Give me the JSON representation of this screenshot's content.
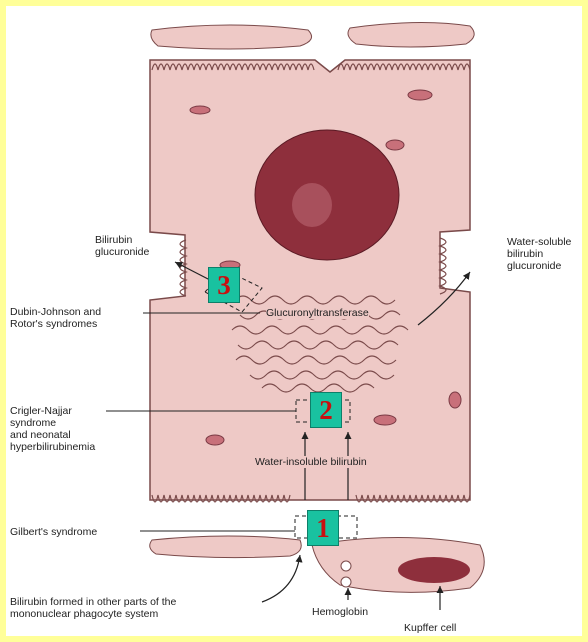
{
  "labels": {
    "bilirubin_glucuronide": "Bilirubin\nglucuronide",
    "water_soluble": "Water-soluble\nbilirubin\nglucuronide",
    "dubin_johnson": "Dubin-Johnson and\nRotor's syndromes",
    "glucuronyltransferase": "Glucuronyltransferase",
    "crigler_najjar": "Crigler-Najjar\nsyndrome\nand neonatal\nhyperbilirubinemia",
    "water_insoluble": "Water-insoluble bilirubin",
    "gilbert": "Gilbert's syndrome",
    "bilirubin_formed": "Bilirubin formed in other parts of the\nmononuclear phagocyte system",
    "hemoglobin": "Hemoglobin",
    "kupffer": "Kupffer cell"
  },
  "markers": [
    "3",
    "2",
    "1"
  ],
  "colors": {
    "background": "#ffff99",
    "cell": "#eec9c6",
    "nucleus": "#8e2f3c",
    "marker_fill": "#19c2a0",
    "marker_text": "#c81010"
  }
}
